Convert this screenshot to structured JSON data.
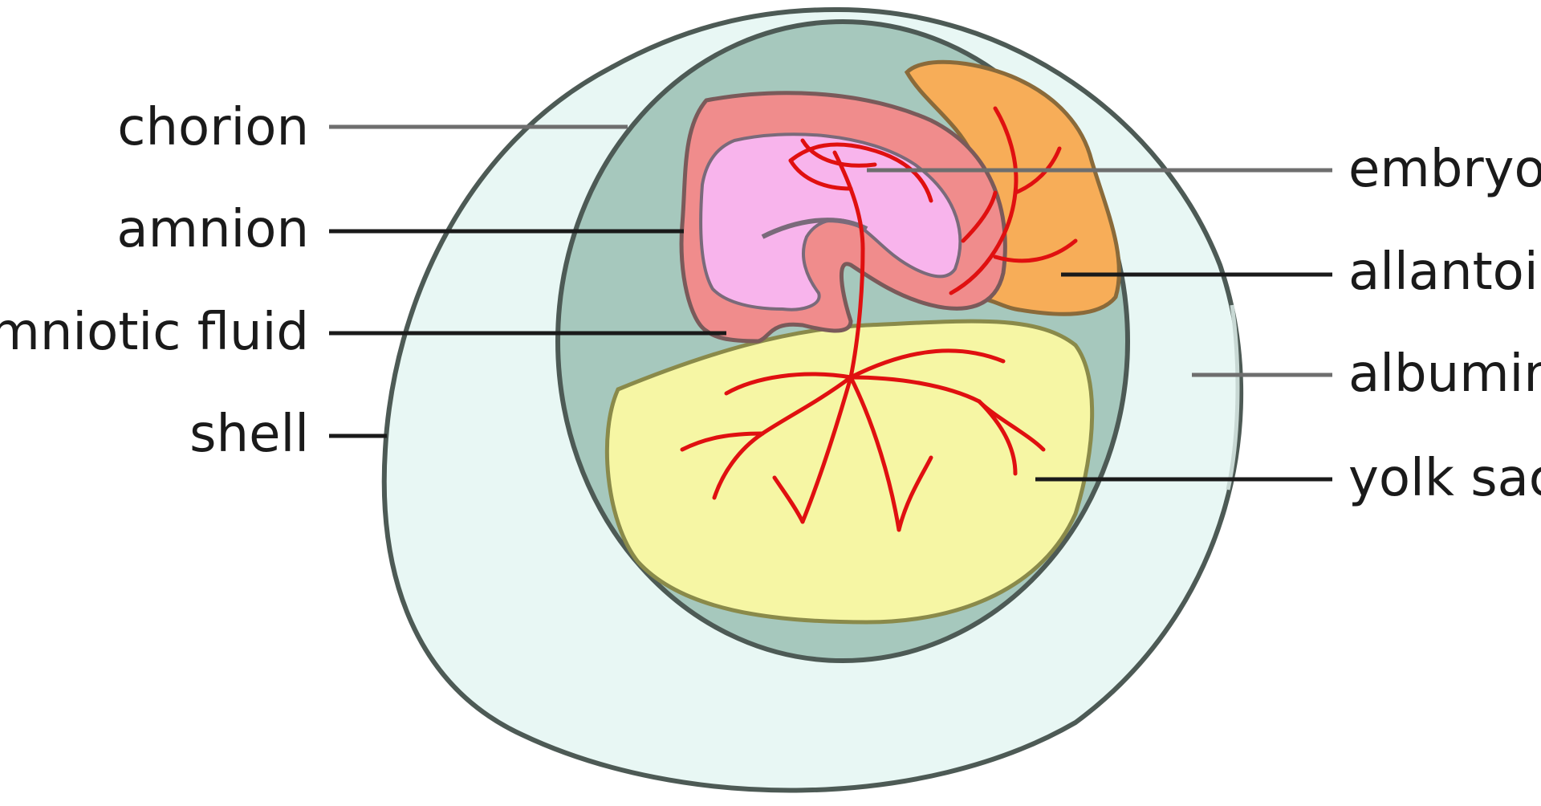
{
  "labels": {
    "chorion": "chorion",
    "amnion": "amnion",
    "amniotic_fluid": "amniotic fluid",
    "shell": "shell",
    "embryo": "embryo",
    "allantois": "allantois",
    "albumin": "albumin",
    "yolk_sac": "yolk sac"
  },
  "colors": {
    "shell_fill": "#e8f7f4",
    "outline": "#4d5a55",
    "chorion_fill": "#a6c8bd",
    "amnion_fill": "#f08c8c",
    "embryo_fill": "#f8b4ec",
    "allantois_fill": "#f7ad58",
    "yolk_fill": "#f6f6a4",
    "vessel": "#e01010",
    "leader_dark": "#1a1a1a",
    "leader_gray": "#6e6e6e"
  }
}
